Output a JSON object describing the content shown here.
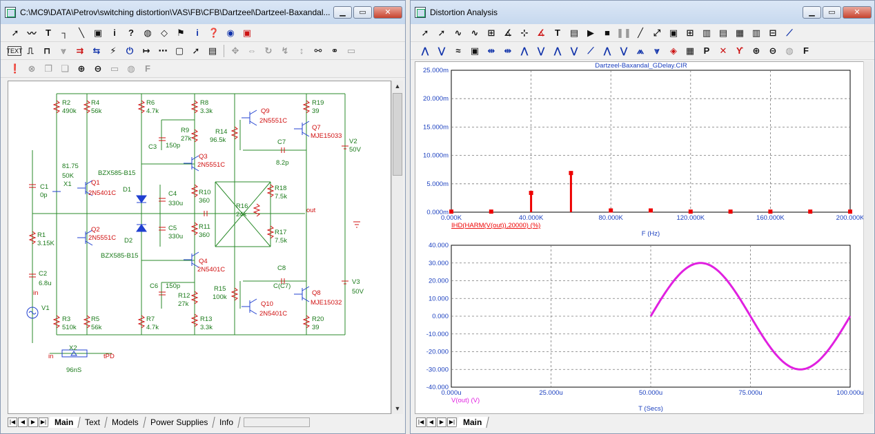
{
  "left_window": {
    "title": "C:\\MC9\\DATA\\Petrov\\switching distortion\\VAS\\FB\\CFB\\Dartzeel\\Dartzeel-Baxandal...",
    "tabs": [
      "Main",
      "Text",
      "Models",
      "Power Supplies",
      "Info"
    ],
    "components": {
      "R2": "R2",
      "R2v": "490k",
      "R4": "R4",
      "R4v": "56k",
      "R6": "R6",
      "R6v": "4.7k",
      "R8": "R8",
      "R8v": "3.3k",
      "R19": "R19",
      "R19v": "39",
      "Q9": "Q9",
      "Q9t": "2N5551C",
      "Q7": "Q7",
      "Q7t": "MJE15033",
      "R9": "R9",
      "R9v": "27k",
      "C3": "C3",
      "C3v": "150p",
      "R14": "R14",
      "R14v": "96.5k",
      "C7": "C7",
      "C7v": "8.2p",
      "V2": "V2",
      "V2v": "50V",
      "Q3": "Q3",
      "Q3t": "2N5551C",
      "X1v": "81.75",
      "X1r": "50K",
      "X1": "X1",
      "BZX1": "BZX585-B15",
      "Q1": "Q1",
      "Q1t": "2N5401C",
      "C1": "C1",
      "C1v": "0p",
      "D1": "D1",
      "C4": "C4",
      "C4v": "330u",
      "R10": "R10",
      "R10v": "360",
      "R18": "R18",
      "R18v": "7.5k",
      "R16": "R16",
      "R16v": "24k",
      "out": "out",
      "R1": "R1",
      "R1v": "3.15K",
      "Q2": "Q2",
      "Q2t": "2N5551C",
      "D2": "D2",
      "C5": "C5",
      "C5v": "330u",
      "R11": "R11",
      "R11v": "360",
      "R17": "R17",
      "R17v": "7.5k",
      "C2": "C2",
      "C2v": "6.8u",
      "BZX2": "BZX585-B15",
      "Q4": "Q4",
      "Q4t": "2N5401C",
      "C8": "C8",
      "C8v": "C(C7)",
      "in": "in",
      "C6": "C6",
      "C6v": "150p",
      "R15": "R15",
      "R15v": "100k",
      "V3": "V3",
      "V3v": "50V",
      "V1": "V1",
      "R12": "R12",
      "R12v": "27k",
      "Q8": "Q8",
      "Q8t": "MJE15032",
      "Q10": "Q10",
      "Q10t": "2N5401C",
      "R3": "R3",
      "R3v": "510k",
      "R5": "R5",
      "R5v": "56k",
      "R7": "R7",
      "R7v": "4.7k",
      "R13": "R13",
      "R13v": "3.3k",
      "R20": "R20",
      "R20v": "39",
      "X2": "X2",
      "X2v": "96nS",
      "in2": "in",
      "tPD": "tPD"
    }
  },
  "right_window": {
    "title": "Distortion Analysis",
    "tabs": [
      "Main"
    ],
    "top_title": "Dartzeel-Baxandal_GDelay.CIR"
  },
  "chart_data": [
    {
      "type": "bar",
      "title": "Dartzeel-Baxandal_GDelay.CIR",
      "series_label": "IHD(HARM(V(out)),20000) (%)",
      "xlabel": "F (Hz)",
      "x_tick_labels": [
        "0.000K",
        "40.000K",
        "80.000K",
        "120.000K",
        "160.000K",
        "200.000K"
      ],
      "y_tick_labels": [
        "0.000m",
        "5.000m",
        "10.000m",
        "15.000m",
        "20.000m",
        "25.000m"
      ],
      "xlim": [
        0,
        200000
      ],
      "ylim": [
        0,
        0.025
      ],
      "grid": true,
      "color": "#ee0000",
      "x": [
        0,
        20000,
        40000,
        60000,
        80000,
        100000,
        120000,
        140000,
        160000,
        180000,
        200000
      ],
      "y": [
        0.0001,
        0.0001,
        0.0034,
        0.0069,
        0.0003,
        0.0003,
        0.0001,
        0.0001,
        0.0001,
        0.0001,
        0.0001
      ]
    },
    {
      "type": "line",
      "series_label": "V(out) (V)",
      "xlabel": "T (Secs)",
      "x_tick_labels": [
        "0.000u",
        "25.000u",
        "50.000u",
        "75.000u",
        "100.000u"
      ],
      "y_tick_labels": [
        "-40.000",
        "-30.000",
        "-20.000",
        "-10.000",
        "0.000",
        "10.000",
        "20.000",
        "30.000",
        "40.000"
      ],
      "xlim": [
        0,
        0.0001
      ],
      "ylim": [
        -40,
        40
      ],
      "grid": true,
      "color": "#e020e0",
      "waveform": {
        "start": 5e-05,
        "end": 0.0001,
        "amplitude": 30,
        "frequency": 20000
      }
    }
  ]
}
